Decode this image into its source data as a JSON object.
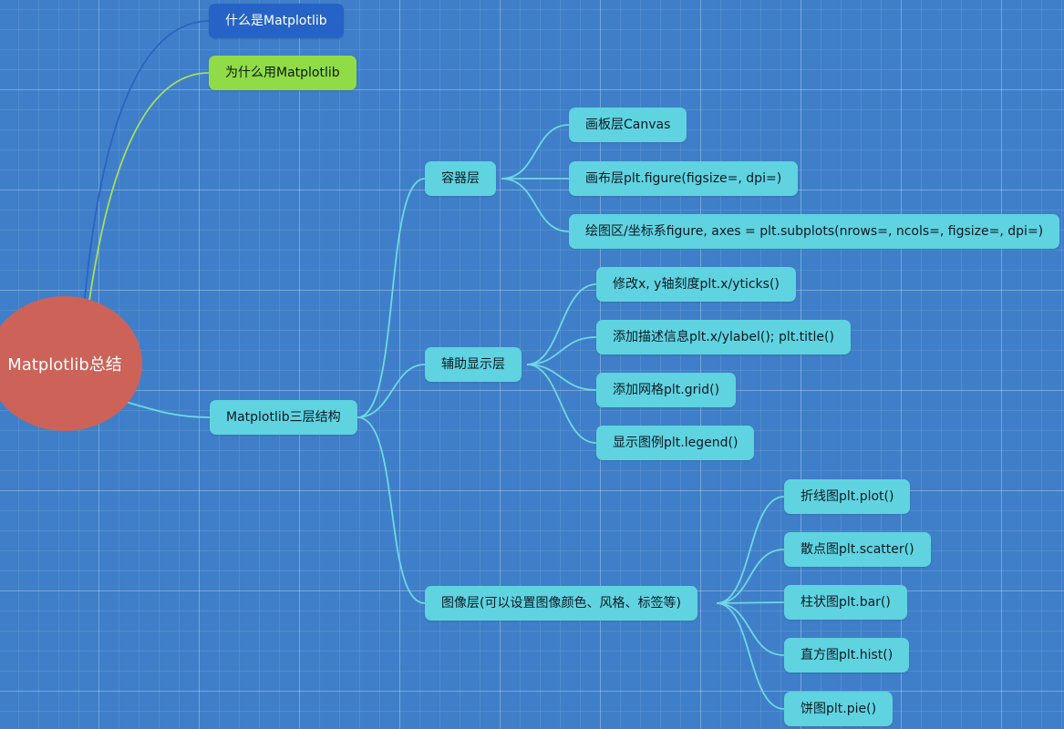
{
  "root": {
    "label": "Matplotlib总结",
    "color": "#cd6258"
  },
  "branches": [
    {
      "id": "what",
      "label": "什么是Matplotlib",
      "style": "blue",
      "link_color": "#2b63c2"
    },
    {
      "id": "why",
      "label": "为什么用Matplotlib",
      "style": "green",
      "link_color": "#a4e060"
    },
    {
      "id": "layers",
      "label": "Matplotlib三层结构",
      "style": "cyan",
      "link_color": "#6ed8e4",
      "children": [
        {
          "id": "container",
          "label": "容器层",
          "children": [
            {
              "id": "canvas",
              "label": "画板层Canvas"
            },
            {
              "id": "figure",
              "label": "画布层plt.figure(figsize=, dpi=)"
            },
            {
              "id": "axes",
              "label": "绘图区/坐标系figure, axes = plt.subplots(nrows=, ncols=, figsize=, dpi=)"
            }
          ]
        },
        {
          "id": "aux",
          "label": "辅助显示层",
          "children": [
            {
              "id": "ticks",
              "label": "修改x, y轴刻度plt.x/yticks()"
            },
            {
              "id": "labels",
              "label": "添加描述信息plt.x/ylabel(); plt.title()"
            },
            {
              "id": "grid",
              "label": "添加网格plt.grid()"
            },
            {
              "id": "legend",
              "label": "显示图例plt.legend()"
            }
          ]
        },
        {
          "id": "image",
          "label": "图像层(可以设置图像颜色、风格、标签等)",
          "children": [
            {
              "id": "plot",
              "label": "折线图plt.plot()"
            },
            {
              "id": "scatter",
              "label": "散点图plt.scatter()"
            },
            {
              "id": "bar",
              "label": "柱状图plt.bar()"
            },
            {
              "id": "hist",
              "label": "直方图plt.hist()"
            },
            {
              "id": "pie",
              "label": "饼图plt.pie()"
            }
          ]
        }
      ]
    }
  ]
}
